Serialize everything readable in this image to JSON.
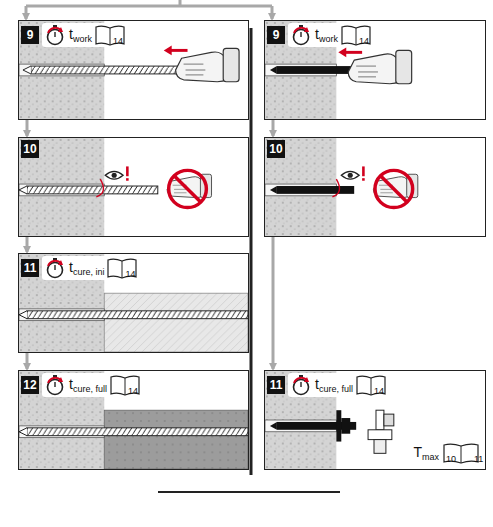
{
  "diagram": {
    "nodes": [
      {
        "text": [
          "9",
          "t",
          "work",
          "14"
        ]
      },
      {
        "text": [
          "10"
        ]
      },
      {
        "text": [
          "11",
          "t",
          "cure, ini",
          "14"
        ]
      },
      {
        "text": [
          "12",
          "t",
          "cure, full",
          "14"
        ]
      },
      {
        "text": [
          "9",
          "t",
          "work",
          "14"
        ]
      },
      {
        "text": [
          "10"
        ]
      },
      {
        "text": [
          "11",
          "t",
          "cure, full",
          "14",
          "T",
          "max",
          "10",
          "11"
        ]
      }
    ],
    "edges": [
      {
        "from": 0,
        "to": 1,
        "arrow": "to"
      },
      {
        "from": 1,
        "to": 2,
        "arrow": "to"
      },
      {
        "from": 2,
        "to": 3,
        "arrow": "to"
      },
      {
        "from": 4,
        "to": 5,
        "arrow": "to"
      },
      {
        "from": 5,
        "to": 6,
        "arrow": "to"
      }
    ]
  }
}
